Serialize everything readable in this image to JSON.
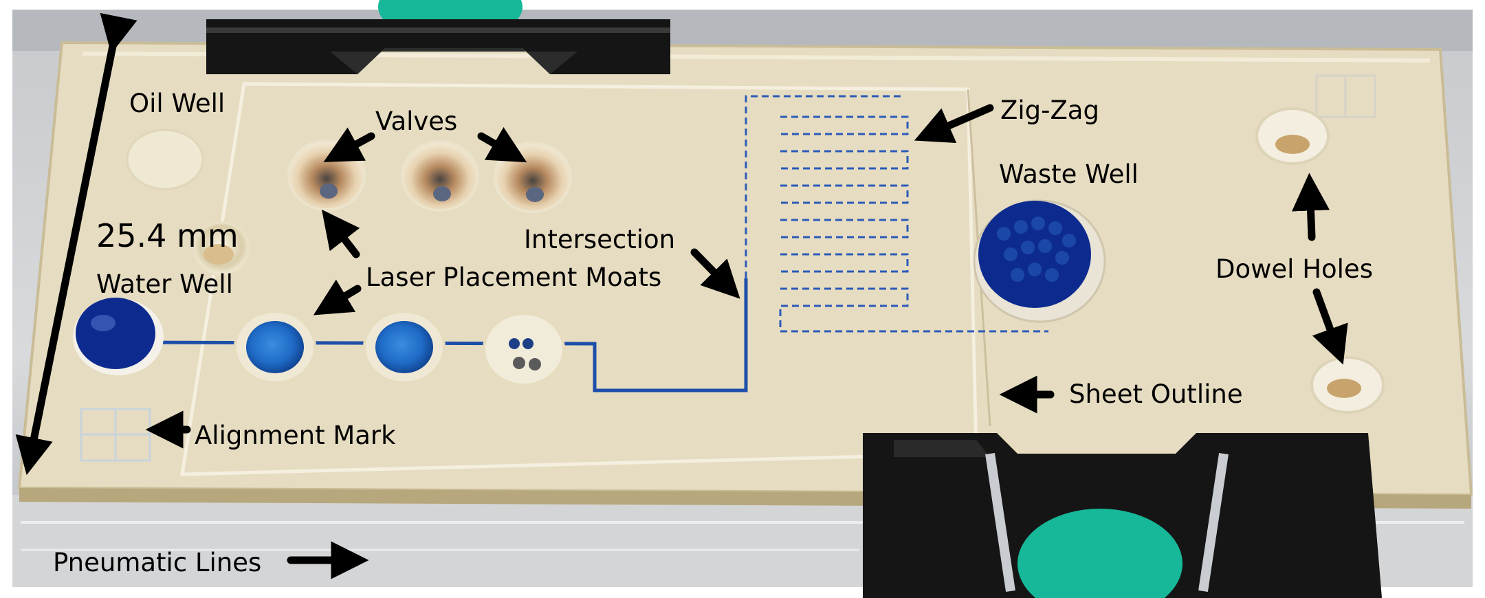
{
  "labels": {
    "oil_well": "Oil Well",
    "valves": "Valves",
    "zig_zag": "Zig-Zag",
    "waste_well": "Waste Well",
    "scale": "25.4 mm",
    "intersection": "Intersection",
    "water_well": "Water Well",
    "laser_moats": "Laser Placement Moats",
    "dowel_holes": "Dowel Holes",
    "sheet_outline": "Sheet Outline",
    "alignment_mark": "Alignment Mark",
    "pneumatic_lines": "Pneumatic Lines"
  },
  "colors": {
    "chip": "#e8dfc6",
    "chip_edge": "#c9bc96",
    "channel": "#1e4fa8",
    "dye": "#0d2b8f",
    "clip": "#151515",
    "clip_pad": "#17b79a",
    "arrow": "#000000",
    "label_text": "#000000"
  }
}
